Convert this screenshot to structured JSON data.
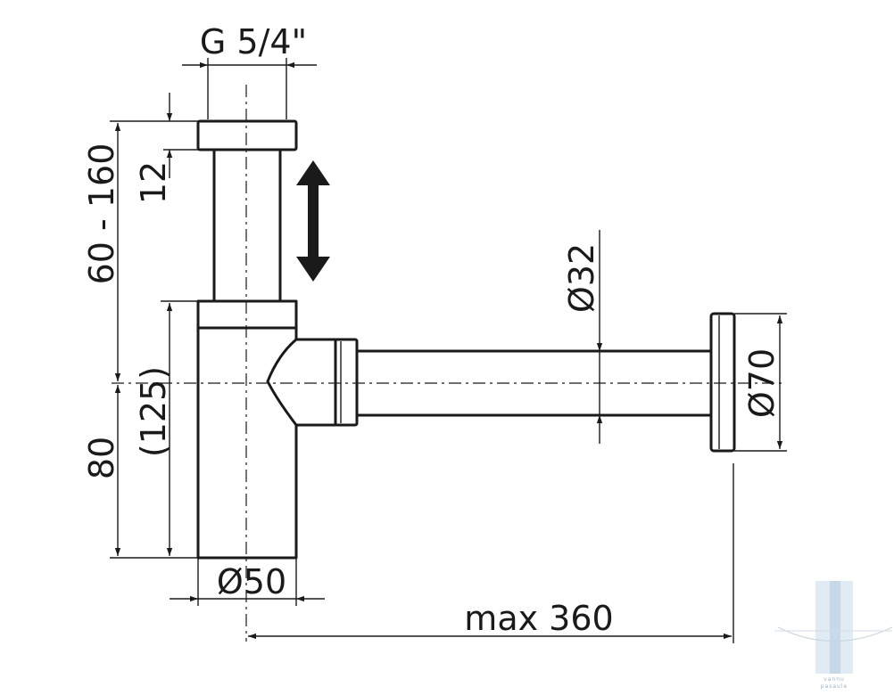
{
  "dimensions": {
    "thread": "G 5/4\"",
    "height_range": "60 - 160",
    "nut_height": "12",
    "body_height": "80",
    "body_total": "(125)",
    "body_diameter": "Ø50",
    "pipe_diameter": "Ø32",
    "flange_diameter": "Ø70",
    "reach": "max 360"
  },
  "watermark": {
    "line1": "vannu",
    "line2": "pasaule"
  },
  "colors": {
    "ink": "#1a1a1a",
    "watermark": "#9bb3c8"
  }
}
